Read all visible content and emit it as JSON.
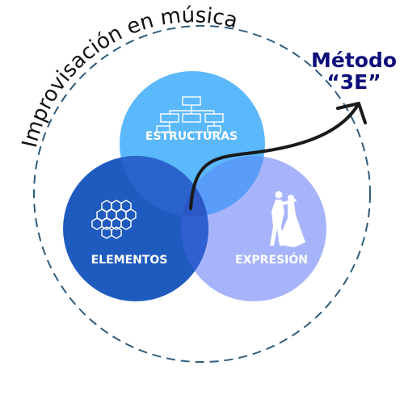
{
  "arc_title": "Improvisación en música",
  "method": {
    "line1": "Método",
    "line2": "“3E”"
  },
  "circles": {
    "top": {
      "label": "ESTRUCTURAS",
      "color": "#5bb8fb",
      "icon": "org-chart-icon"
    },
    "left": {
      "label": "ELEMENTOS",
      "color": "#1f5bbf",
      "icon": "hexagon-cluster-icon"
    },
    "right": {
      "label": "EXPRESIÓN",
      "color": "#a7b4fb",
      "icon": "dancing-couple-icon"
    }
  },
  "colors": {
    "dashed_ring": "#2f5b7a",
    "arrow": "#1a1a1a",
    "method_text": "#0d0d7a"
  }
}
